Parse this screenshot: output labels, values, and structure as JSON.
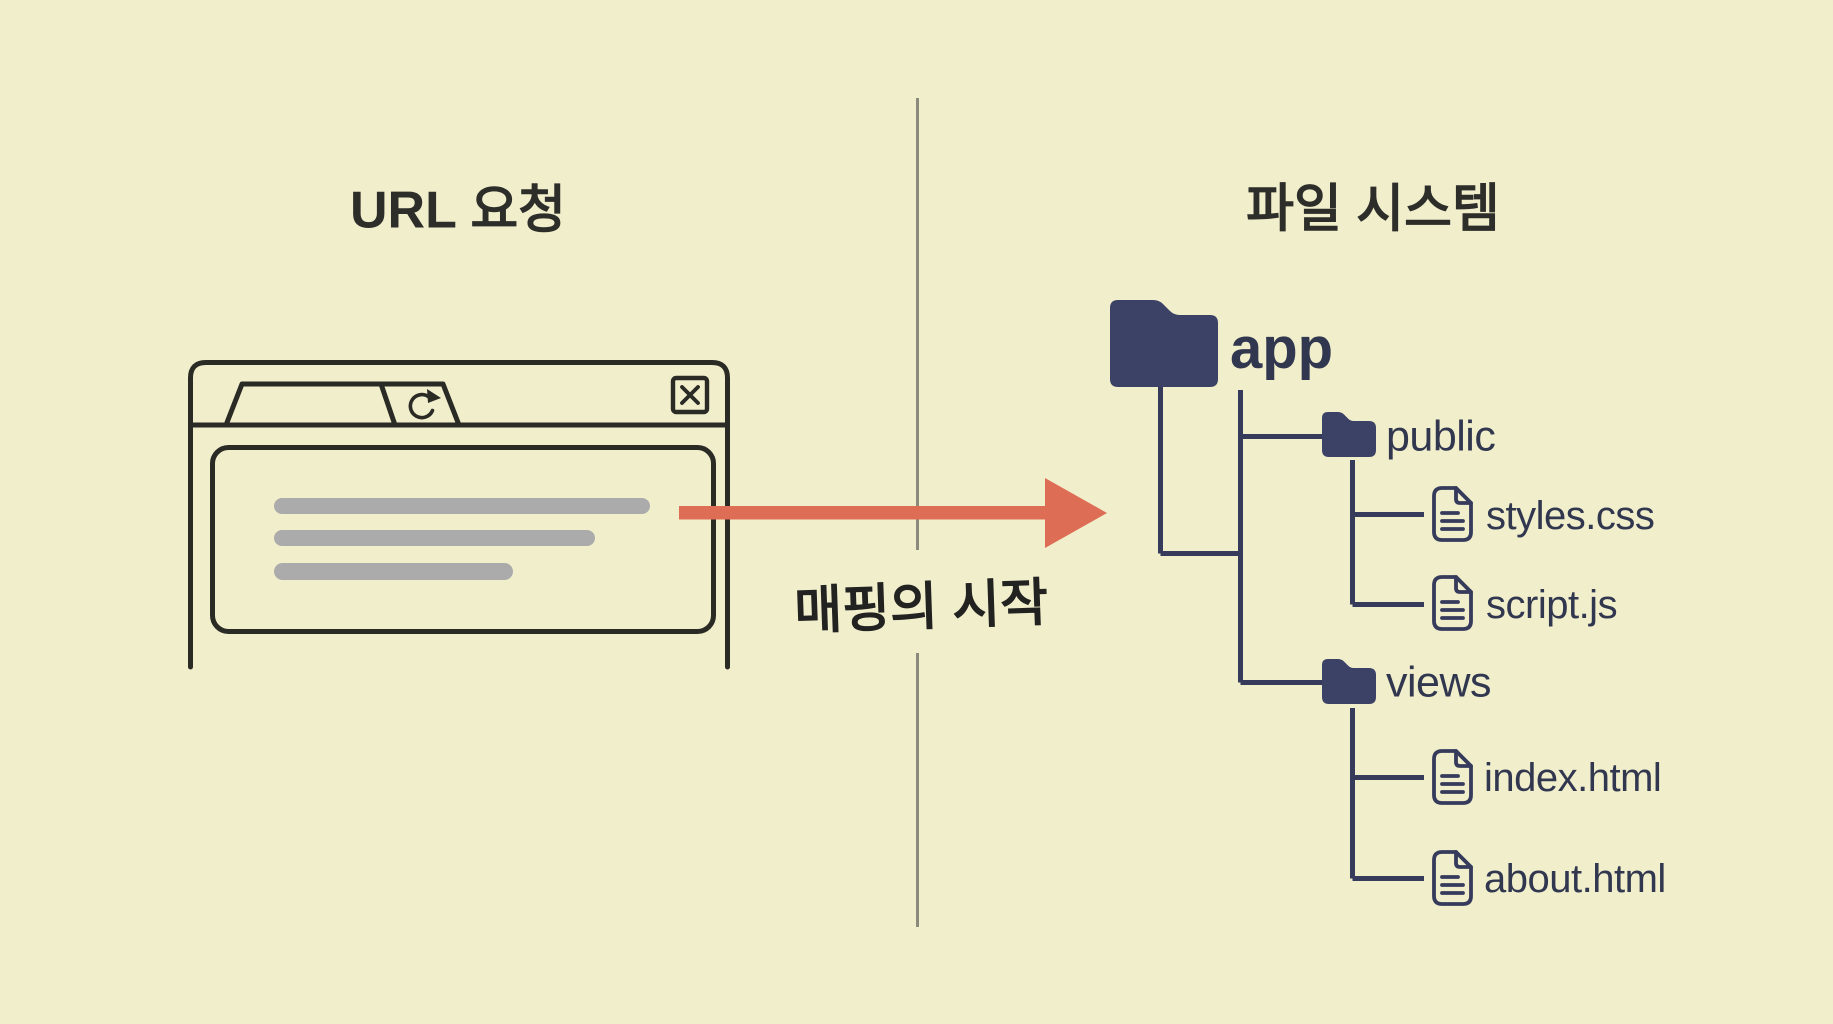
{
  "colors": {
    "background": "#f1eecc",
    "ink": "#2b2b26",
    "title_ink": "#2d2d29",
    "map_ink": "#222220",
    "navy": "#3c4166",
    "tree_line": "#363b5c",
    "tree_text": "#31374f",
    "gray_bar": "#ababab",
    "arrow": "#dd6e55",
    "divider": "#8b8b7d"
  },
  "left_panel": {
    "title": "URL 요청",
    "browser": {
      "placeholder_line_count": 3,
      "icons": [
        "refresh-icon",
        "close-icon"
      ]
    }
  },
  "mapping": {
    "label": "매핑의 시작"
  },
  "right_panel": {
    "title": "파일 시스템",
    "tree": {
      "root": {
        "label": "app",
        "type": "folder"
      },
      "folders": [
        {
          "label": "public",
          "type": "folder",
          "files": [
            {
              "label": "styles.css",
              "type": "file"
            },
            {
              "label": "script.js",
              "type": "file"
            }
          ]
        },
        {
          "label": "views",
          "type": "folder",
          "files": [
            {
              "label": "index.html",
              "type": "file"
            },
            {
              "label": "about.html",
              "type": "file"
            }
          ]
        }
      ]
    }
  }
}
